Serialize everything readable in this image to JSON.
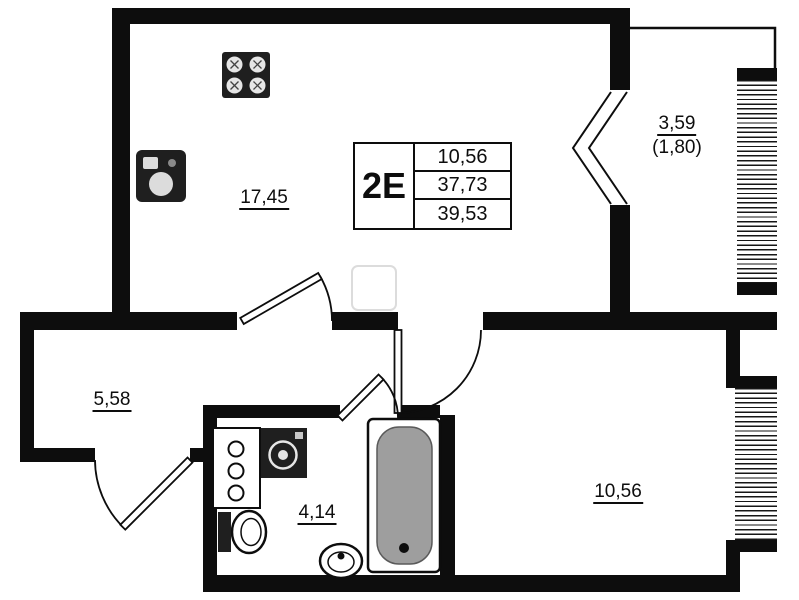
{
  "plan": {
    "title_block": {
      "unit": "2E",
      "areas": [
        "10,56",
        "37,73",
        "39,53"
      ]
    },
    "rooms": [
      {
        "id": "living-kitchen",
        "area": "17,45"
      },
      {
        "id": "balcony",
        "area": "3,59",
        "area_reduced": "(1,80)"
      },
      {
        "id": "hallway",
        "area": "5,58"
      },
      {
        "id": "bathroom",
        "area": "4,14"
      },
      {
        "id": "bedroom",
        "area": "10,56"
      }
    ],
    "fixtures": [
      "stove-icon",
      "kitchen-sink-icon",
      "refrigerator-icon",
      "shelf-icon",
      "washing-machine-icon",
      "toilet-icon",
      "washbasin-icon",
      "bathtub-icon",
      "balcony-door-window-icon"
    ],
    "colors": {
      "wall": "#0d0d0d",
      "background": "#ffffff",
      "tub_fill": "#9e9e9e",
      "appliance_dark": "#1f1f1f"
    }
  }
}
